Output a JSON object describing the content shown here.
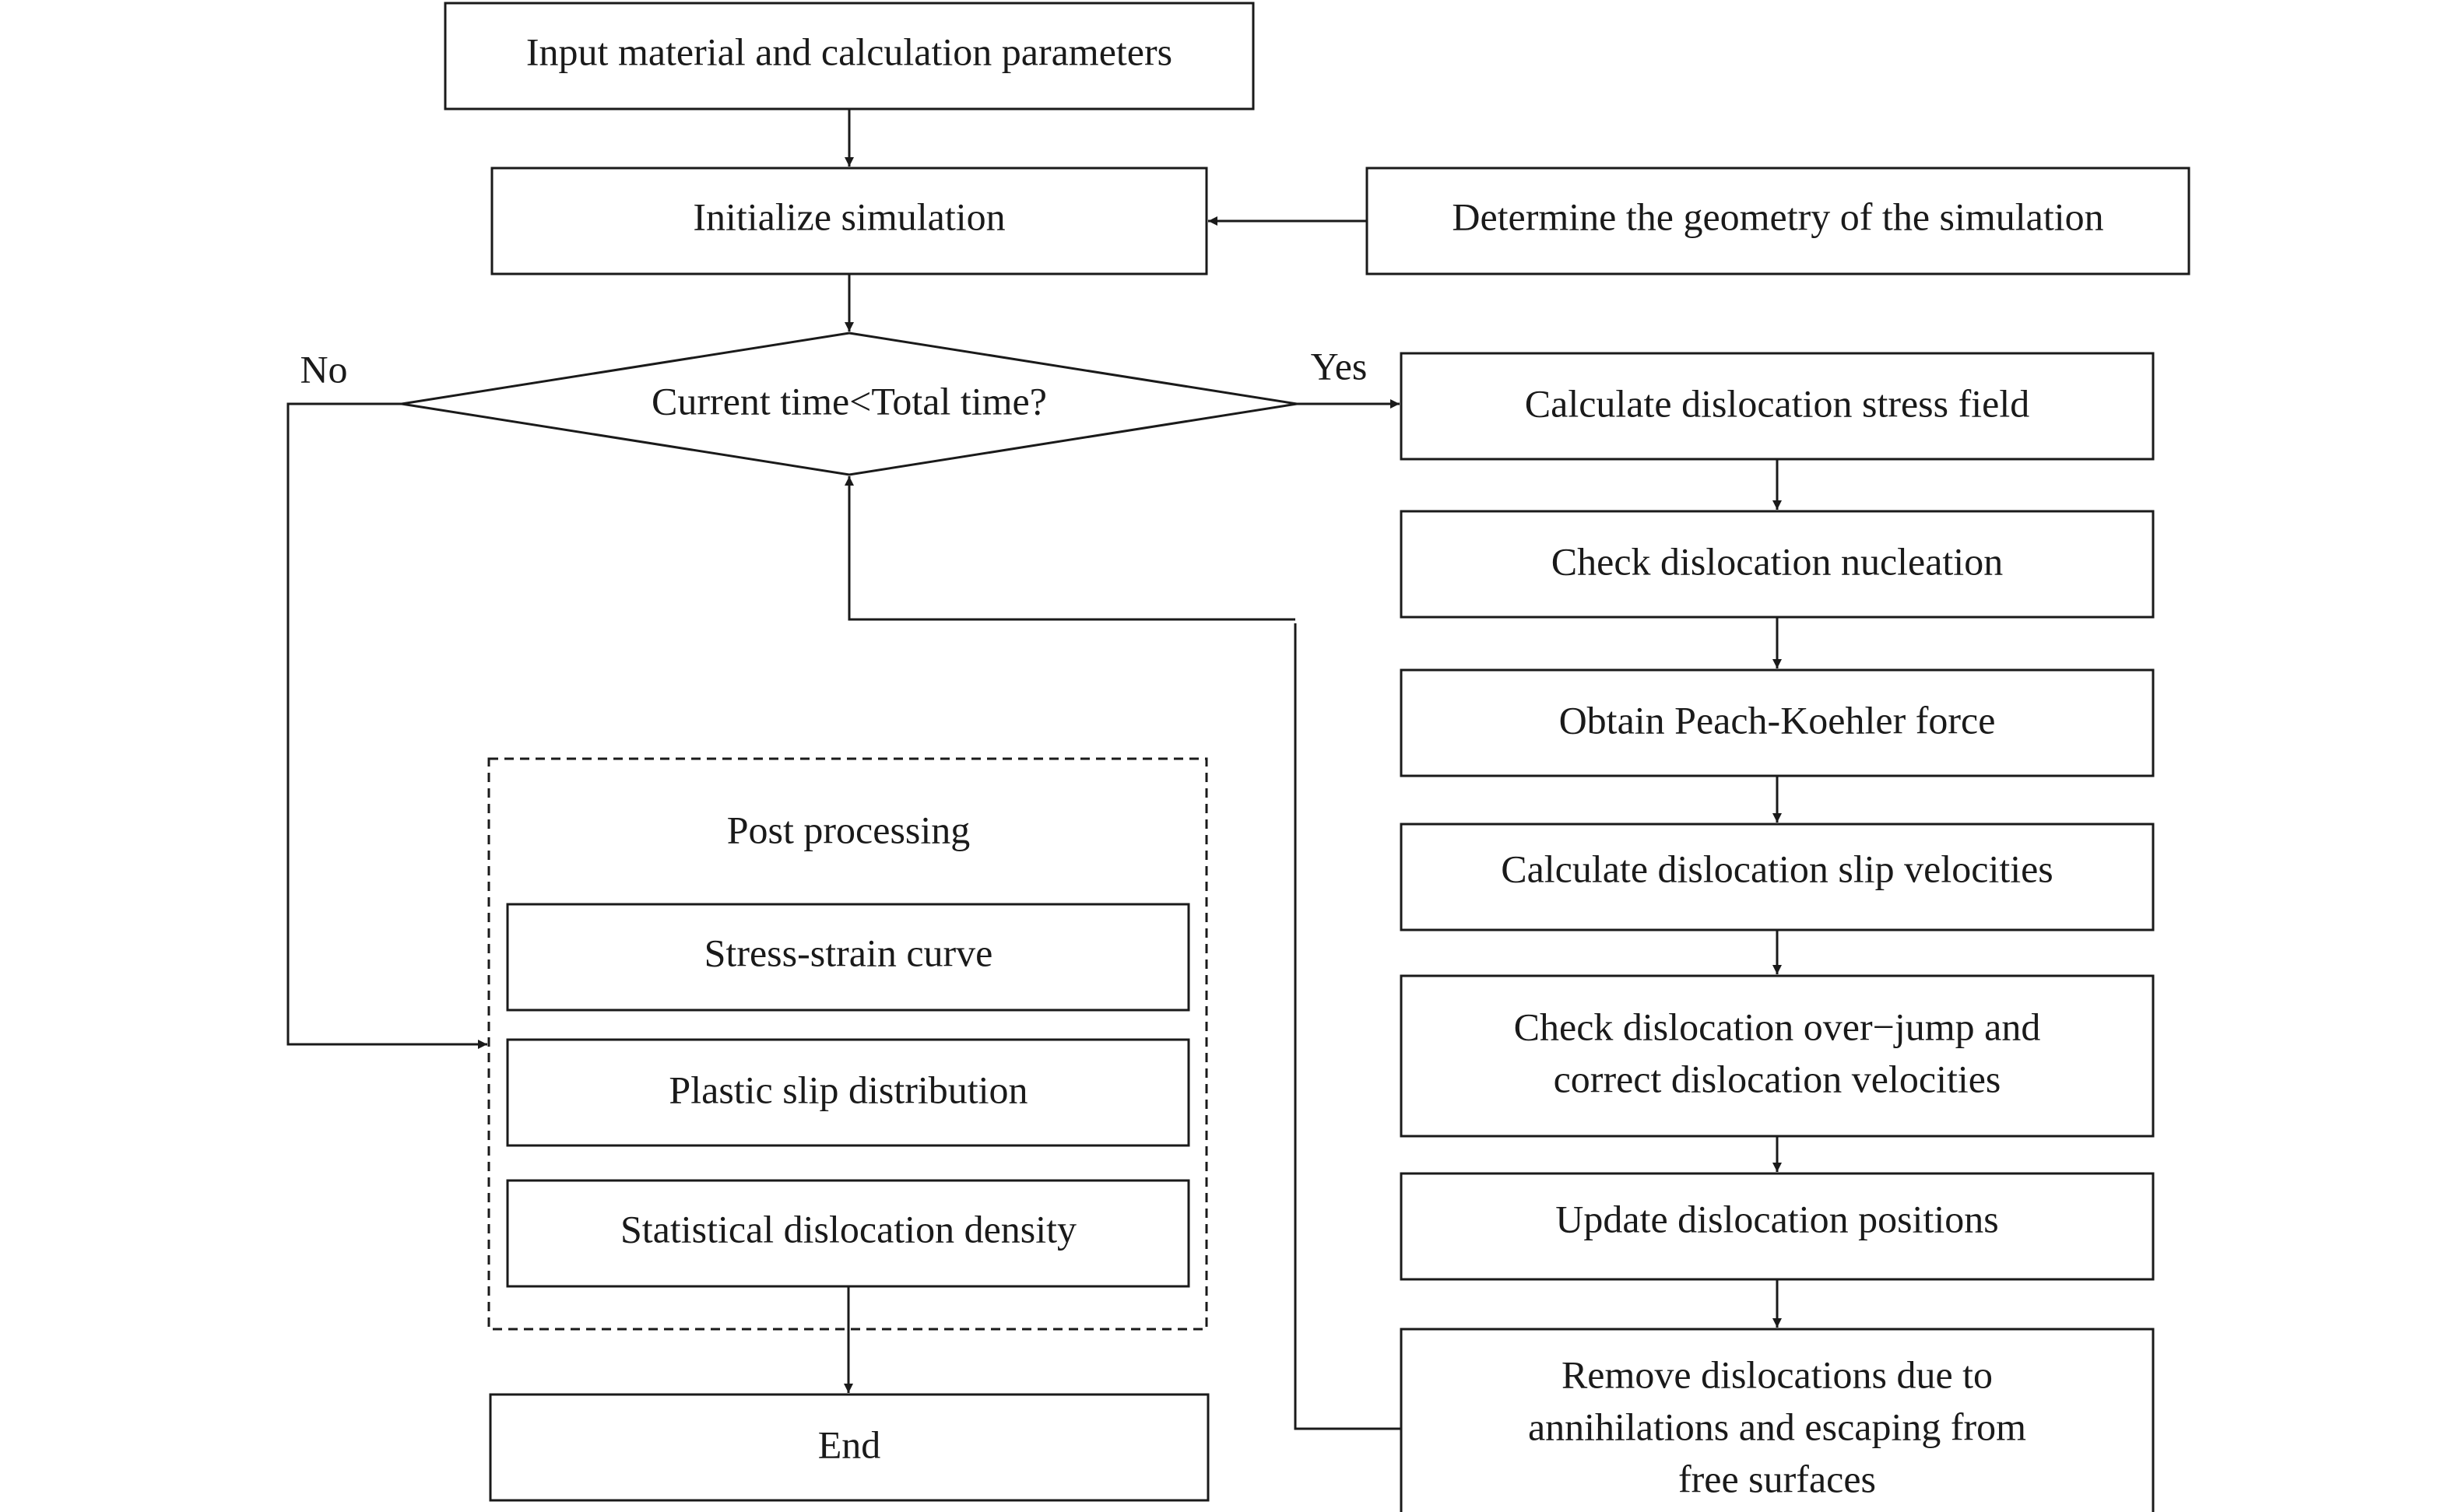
{
  "nodes": {
    "input": "Input material and calculation parameters",
    "init": "Initialize simulation",
    "geometry": "Determine the geometry of the simulation",
    "decision": "Current time<Total time?",
    "stress": "Calculate dislocation stress field",
    "nucleation": "Check dislocation nucleation",
    "peach": "Obtain Peach-Koehler force",
    "velocities": "Calculate dislocation slip velocities",
    "overjump_1": "Check dislocation over−jump and",
    "overjump_2": "correct dislocation velocities",
    "update": "Update dislocation positions",
    "remove_1": "Remove dislocations due to",
    "remove_2": "annihilations and escaping from",
    "remove_3": "free surfaces",
    "post_title": "Post processing",
    "stress_strain": "Stress-strain curve",
    "plastic_slip": "Plastic slip distribution",
    "density": "Statistical dislocation density",
    "end": "End"
  },
  "labels": {
    "no": "No",
    "yes": "Yes"
  }
}
